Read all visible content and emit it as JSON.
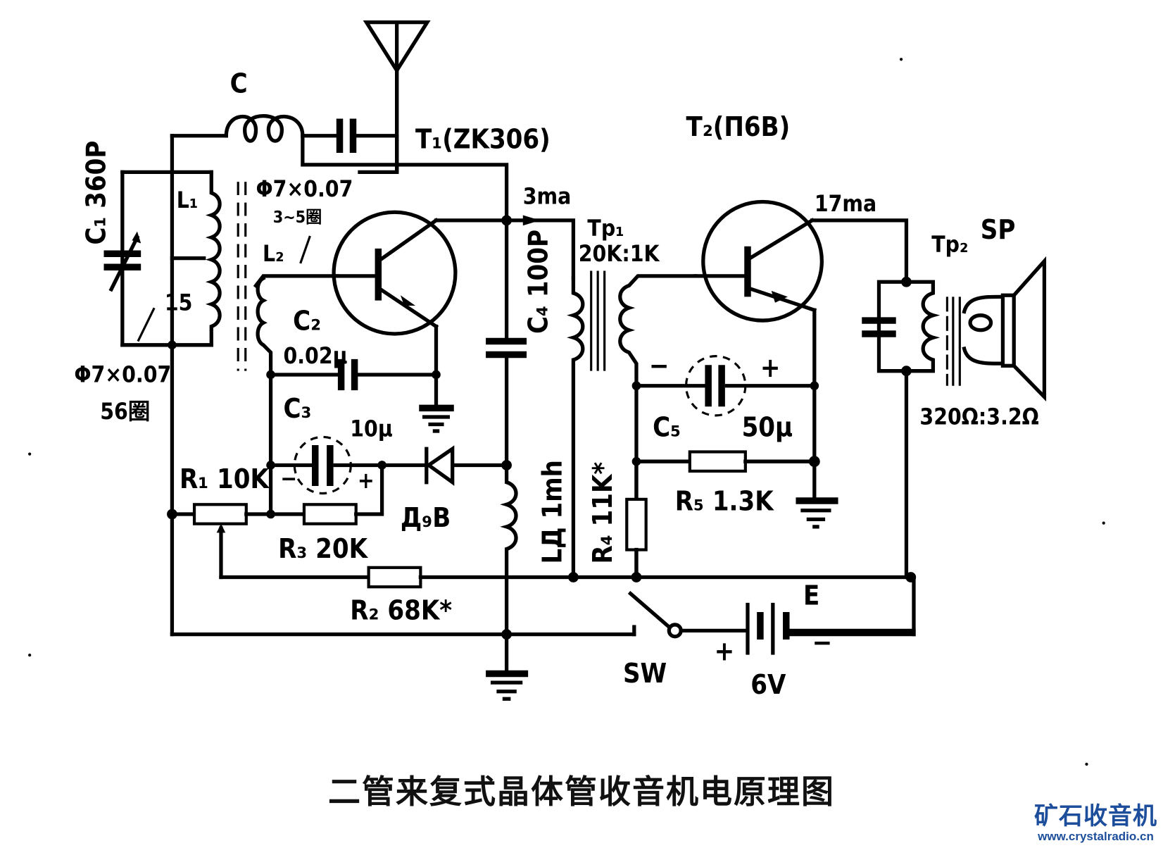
{
  "diagram": {
    "type": "circuit-schematic",
    "title": "二管来复式晶体管收音机电原理图",
    "components": {
      "antenna": {
        "label": ""
      },
      "coupling_coil": {
        "label": "C"
      },
      "c1": {
        "label": "C₁ 360P"
      },
      "l1": {
        "label": "L₁"
      },
      "l1_spec": {
        "label": "Φ7×0.07"
      },
      "l1_turns": {
        "label": "56圈"
      },
      "l1_tap": {
        "label": "15"
      },
      "l2": {
        "label": "L₂"
      },
      "l2_spec": {
        "label": "Φ7×0.07"
      },
      "l2_turns": {
        "label": "3~5圈"
      },
      "t1": {
        "label": "T₁(ZK306)"
      },
      "t1_current": {
        "label": "3ma"
      },
      "c2": {
        "label": "C₂"
      },
      "c2_value": {
        "label": "0.02μ"
      },
      "c3": {
        "label": "C₃"
      },
      "c3_value": {
        "label": "10μ"
      },
      "c3_minus": {
        "label": "−"
      },
      "c3_plus": {
        "label": "+"
      },
      "c4": {
        "label": "C₄ 100P"
      },
      "diode": {
        "label": "Д₉B"
      },
      "choke": {
        "label": "LД 1mh"
      },
      "tp1": {
        "label": "Tp₁"
      },
      "tp1_ratio": {
        "label": "20K:1K"
      },
      "t2": {
        "label": "T₂(П6B)"
      },
      "t2_current": {
        "label": "17ma"
      },
      "tp2": {
        "label": "Tp₂"
      },
      "speaker": {
        "label": "SP"
      },
      "tp2_ratio": {
        "label": "320Ω:3.2Ω"
      },
      "c5": {
        "label": "C₅"
      },
      "c5_value": {
        "label": "50μ"
      },
      "c5_minus": {
        "label": "−"
      },
      "c5_plus": {
        "label": "+"
      },
      "r1": {
        "label": "R₁ 10K"
      },
      "r2": {
        "label": "R₂ 68K*"
      },
      "r3": {
        "label": "R₃ 20K"
      },
      "r4": {
        "label": "R₄ 11K*"
      },
      "r5": {
        "label": "R₅ 1.3K"
      },
      "switch": {
        "label": "SW"
      },
      "battery": {
        "label": "E"
      },
      "battery_voltage": {
        "label": "6V"
      },
      "battery_plus": {
        "label": "+"
      },
      "battery_minus": {
        "label": "−"
      }
    }
  },
  "watermark": {
    "title": "矿石收音机",
    "url": "www.crystalradio.cn",
    "color": "#1d4e9c"
  }
}
